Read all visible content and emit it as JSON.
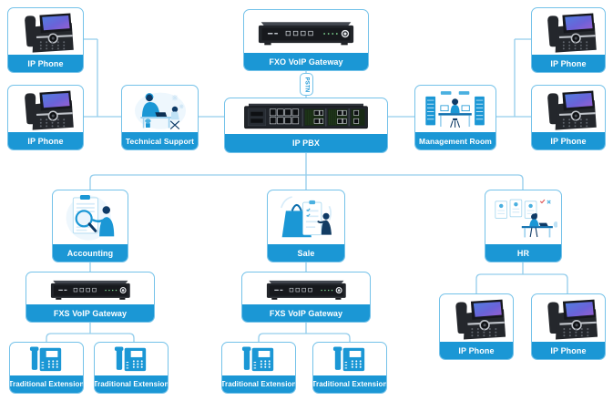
{
  "palette": {
    "card_border": "#74c2e9",
    "label_bar": "#1b97d5",
    "label_text": "#ffffff",
    "connector": "#93cdec",
    "background": "#ffffff"
  },
  "pstn": {
    "label": "PSTN"
  },
  "nodes": [
    {
      "id": "ip-phone-top-left",
      "label": "IP Phone"
    },
    {
      "id": "ip-phone-mid-left",
      "label": "IP Phone"
    },
    {
      "id": "technical-support",
      "label": "Technical Support"
    },
    {
      "id": "fxo-voip-gateway",
      "label": "FXO VoIP Gateway"
    },
    {
      "id": "ip-pbx",
      "label": "IP PBX"
    },
    {
      "id": "management-room",
      "label": "Management Room"
    },
    {
      "id": "ip-phone-top-right",
      "label": "IP Phone"
    },
    {
      "id": "ip-phone-mid-right",
      "label": "IP Phone"
    },
    {
      "id": "accounting",
      "label": "Accounting"
    },
    {
      "id": "sale",
      "label": "Sale"
    },
    {
      "id": "hr",
      "label": "HR"
    },
    {
      "id": "fxs-voip-gateway-left",
      "label": "FXS VoIP Gateway"
    },
    {
      "id": "fxs-voip-gateway-center",
      "label": "FXS VoIP Gateway"
    },
    {
      "id": "traditional-extension-1",
      "label": "Traditional Extension"
    },
    {
      "id": "traditional-extension-2",
      "label": "Traditional Extension"
    },
    {
      "id": "traditional-extension-3",
      "label": "Traditional Extension"
    },
    {
      "id": "traditional-extension-4",
      "label": "Traditional Extension"
    },
    {
      "id": "ip-phone-bottom-right-1",
      "label": "IP Phone"
    },
    {
      "id": "ip-phone-bottom-right-2",
      "label": "IP Phone"
    }
  ]
}
